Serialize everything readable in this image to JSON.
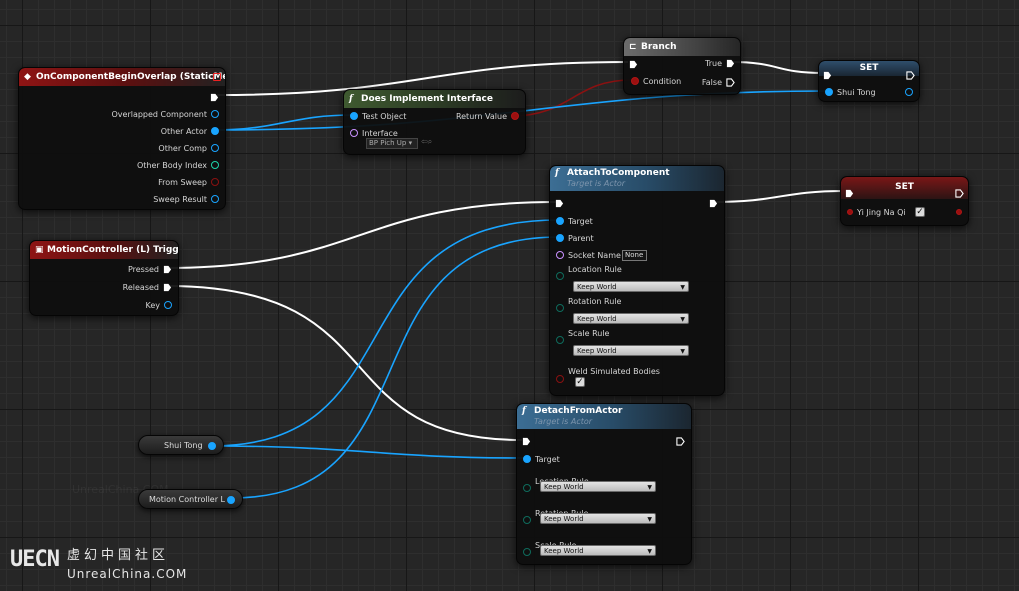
{
  "nodes": {
    "overlap": {
      "title": "OnComponentBeginOverlap (StaticMeshL)",
      "pins": [
        "Overlapped Component",
        "Other Actor",
        "Other Comp",
        "Other Body Index",
        "From Sweep",
        "Sweep Result"
      ]
    },
    "implements": {
      "title": "Does Implement Interface",
      "test_object": "Test Object",
      "interface": "Interface",
      "interface_value": "BP Pich Up",
      "return_value": "Return Value"
    },
    "branch": {
      "title": "Branch",
      "condition": "Condition",
      "true_label": "True",
      "false_label": "False"
    },
    "set_shui": {
      "title": "SET",
      "var": "Shui Tong"
    },
    "trigger": {
      "title": "MotionController (L) Trigger",
      "pressed": "Pressed",
      "released": "Released",
      "key": "Key"
    },
    "attach": {
      "title": "AttachToComponent",
      "subtitle": "Target is Actor",
      "target": "Target",
      "parent": "Parent",
      "socket_name": "Socket Name",
      "socket_value": "None",
      "location_rule": "Location Rule",
      "location_value": "Keep World",
      "rotation_rule": "Rotation Rule",
      "rotation_value": "Keep World",
      "scale_rule": "Scale Rule",
      "scale_value": "Keep World",
      "weld": "Weld Simulated Bodies"
    },
    "set_yijing": {
      "title": "SET",
      "var": "Yi Jing Na Qi"
    },
    "detach": {
      "title": "DetachFromActor",
      "subtitle": "Target is Actor",
      "target": "Target",
      "location_rule": "Location Rule",
      "location_value": "Keep World",
      "rotation_rule": "Rotation Rule",
      "rotation_value": "Keep World",
      "scale_rule": "Scale Rule",
      "scale_value": "Keep World"
    }
  },
  "variables": {
    "shui_tong": "Shui Tong",
    "motion_controller": "Motion Controller L"
  },
  "watermark": {
    "logo": "UECN",
    "cn": "虚幻中国社区",
    "en": "UnrealChina.COM",
    "faint": "UnrealChina.COM"
  },
  "colors": {
    "exec_wire": "#ffffff",
    "object_wire": "#19a4ff",
    "bool_wire": "#8a1111",
    "event_header": "#8e1414",
    "pure_header": "#3f5a30",
    "function_header": "#3c6e94"
  }
}
